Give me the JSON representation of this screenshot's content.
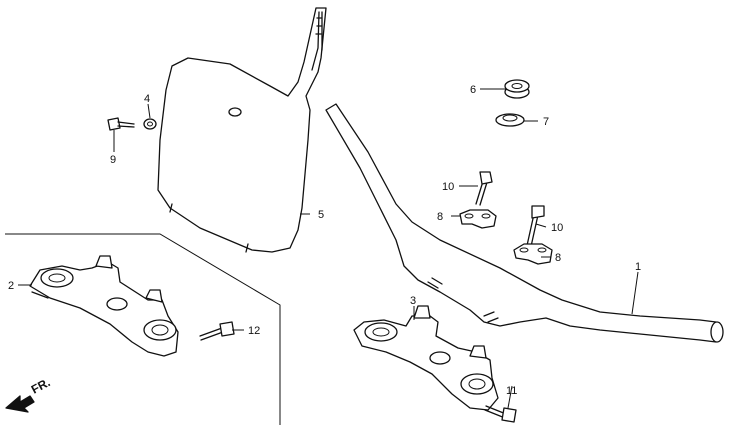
{
  "callouts": {
    "c1": "1",
    "c2": "2",
    "c3": "3",
    "c4": "4",
    "c5": "5",
    "c6": "6",
    "c7": "7",
    "c8a": "8",
    "c8b": "8",
    "c9": "9",
    "c10a": "10",
    "c10b": "10",
    "c11": "11",
    "c12": "12"
  },
  "front_arrow": {
    "label": "FR."
  }
}
